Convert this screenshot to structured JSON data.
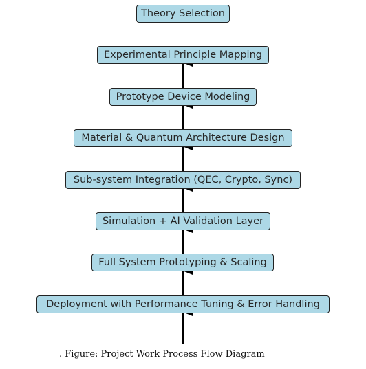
{
  "steps": [
    "Theory Selection",
    "Experimental Principle Mapping",
    "Prototype Device Modeling",
    "Material & Quantum Architecture Design",
    "Sub-system Integration (QEC, Crypto, Sync)",
    "Simulation + AI Validation Layer",
    "Full System Prototyping & Scaling",
    "Deployment with Performance Tuning & Error Handling"
  ],
  "caption": ". Figure: Project Work Process Flow Diagram",
  "colors": {
    "box_fill": "#add8e6",
    "box_border": "#222222",
    "arrow": "#000000"
  }
}
